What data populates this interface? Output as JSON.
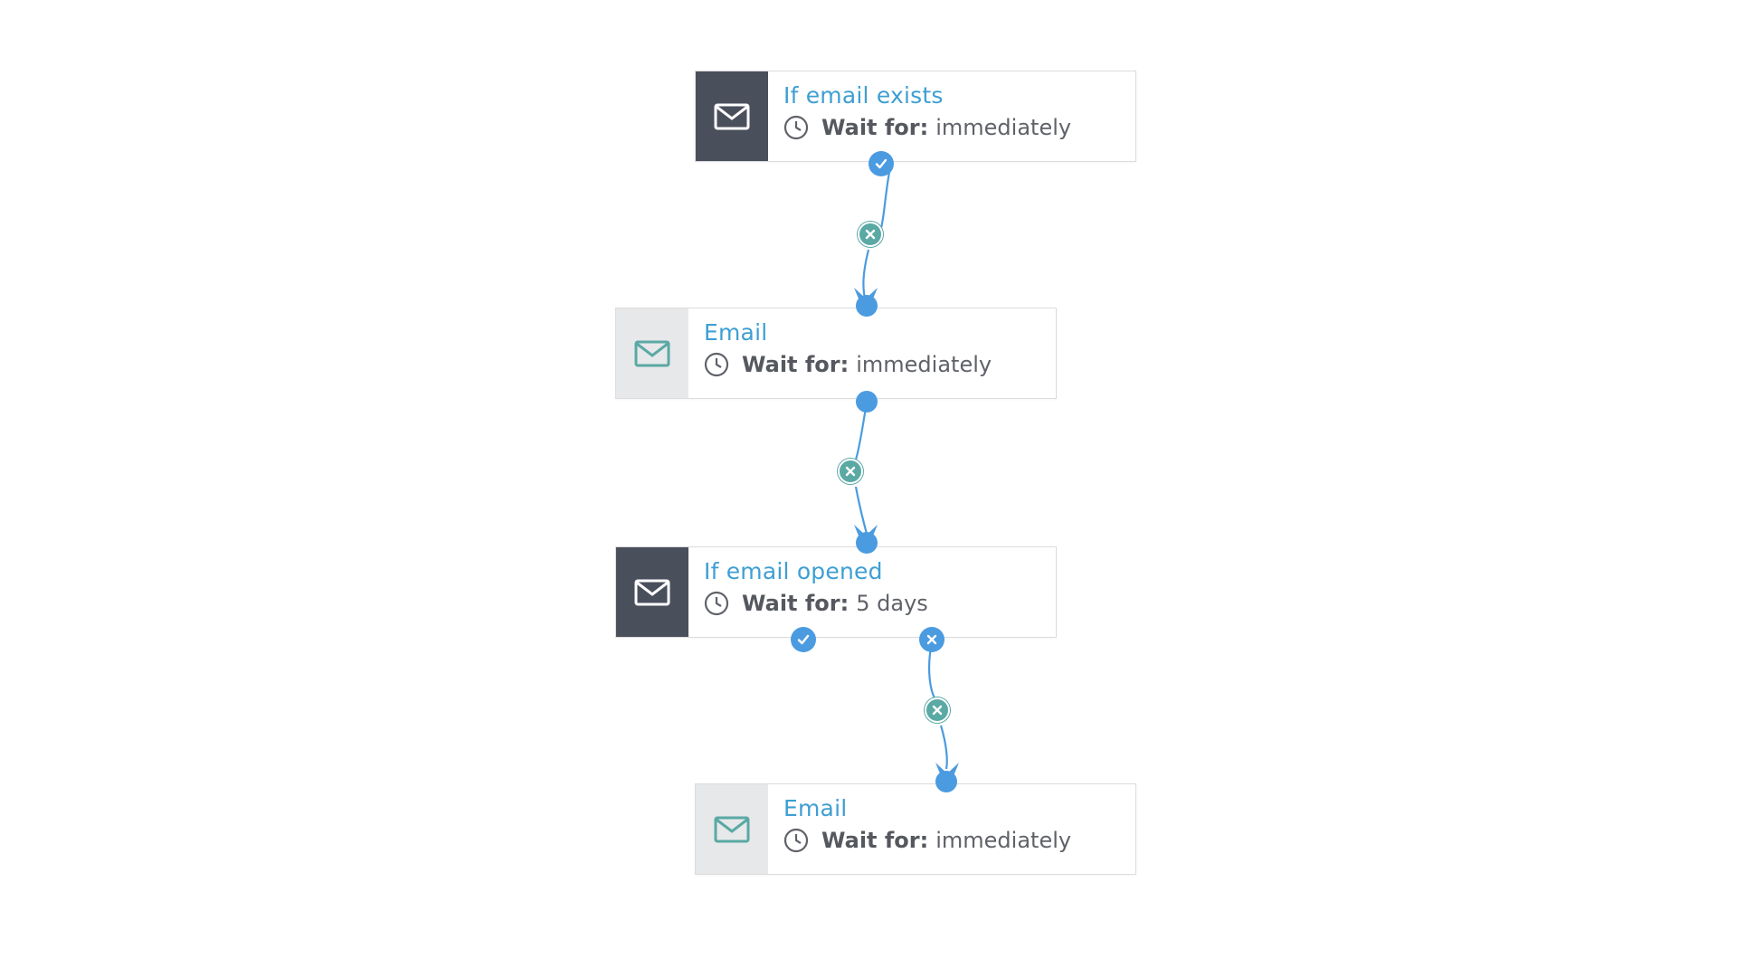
{
  "workflow": {
    "nodes": [
      {
        "title": "If email exists",
        "wait_label": "Wait for:",
        "wait_value": "immediately",
        "kind": "condition",
        "icon": "envelope-icon"
      },
      {
        "title": "Email",
        "wait_label": "Wait for:",
        "wait_value": "immediately",
        "kind": "action",
        "icon": "envelope-icon"
      },
      {
        "title": "If email opened",
        "wait_label": "Wait for:",
        "wait_value": "5 days",
        "kind": "condition",
        "icon": "envelope-icon"
      },
      {
        "title": "Email",
        "wait_label": "Wait for:",
        "wait_value": "immediately",
        "kind": "action",
        "icon": "envelope-icon"
      }
    ],
    "colors": {
      "title_blue": "#3e9fd2",
      "port_blue": "#4b9be0",
      "delete_teal": "#5aa9a4",
      "condition_icon_bg": "#4a4f5c",
      "action_icon_bg": "#e7e8ea",
      "action_icon_color": "#5aa9a4"
    }
  }
}
